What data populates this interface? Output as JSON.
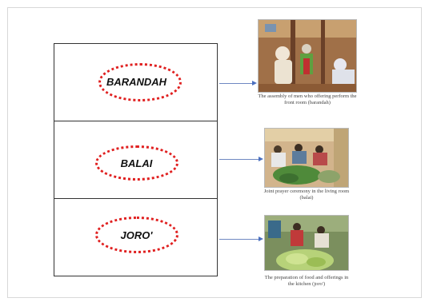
{
  "rooms": [
    {
      "label": "BARANDAH"
    },
    {
      "label": "BALAI"
    },
    {
      "label": "JORO'"
    }
  ],
  "photos": [
    {
      "caption": "The assembly of men who offering perform the front room (barandah)",
      "description": "men gathering offerings in a wooden house"
    },
    {
      "caption": "Joint prayer ceremony in the living room (balai)",
      "description": "group of people seated on the floor with offerings"
    },
    {
      "caption": "The preparation of food and offerings in the kitchen (joro')",
      "description": "women preparing food and green offerings"
    }
  ],
  "colors": {
    "ring": "#e02020",
    "arrow": "#4a6fbf",
    "box_border": "#333333"
  }
}
